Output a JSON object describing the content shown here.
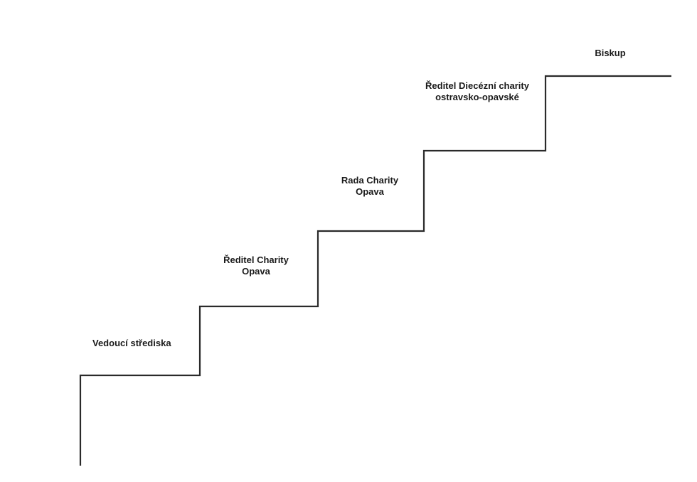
{
  "diagram": {
    "steps": [
      {
        "lines": [
          "Vedoucí střediska"
        ]
      },
      {
        "lines": [
          "Ředitel Charity",
          "Opava"
        ]
      },
      {
        "lines": [
          "Rada Charity",
          "Opava"
        ]
      },
      {
        "lines": [
          "Ředitel Diecézní charity",
          "ostravsko-opavské"
        ]
      },
      {
        "lines": [
          "Biskup"
        ]
      }
    ],
    "line_color": "#2a2a2a"
  }
}
